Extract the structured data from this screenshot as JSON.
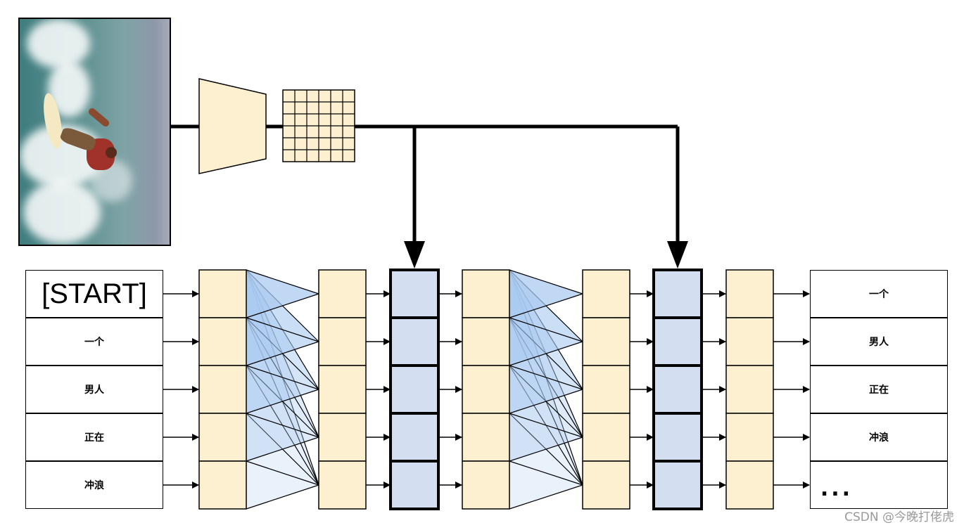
{
  "input_tokens": [
    "[START]",
    "一个",
    "男人",
    "正在",
    "冲浪"
  ],
  "output_tokens": [
    "一个",
    "男人",
    "正在",
    "冲浪",
    "..."
  ],
  "watermark": "CSDN @今晚打佬虎",
  "colors": {
    "cell_yellow": "#fdf0d0",
    "cell_blue": "#d3dff0",
    "attention_blue": "#a9c9f0",
    "line": "#000000"
  },
  "icons": [
    "cnn-encoder-trapezoid",
    "feature-grid",
    "down-arrow"
  ]
}
